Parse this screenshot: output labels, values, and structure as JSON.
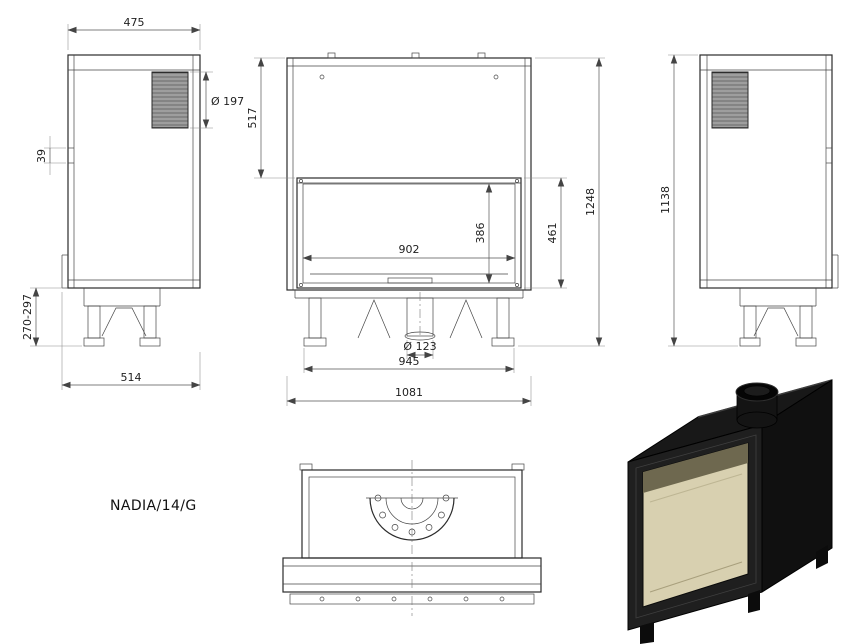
{
  "title": "NADIA/14/G",
  "drawing": {
    "side_left": {
      "top_width": "475",
      "chimney_diameter": "Ø 197",
      "frame_offset": "39",
      "leg_height_range": "270-297",
      "bottom_depth": "514"
    },
    "front": {
      "upper_height": "517",
      "glass_opening_height": "386",
      "door_height": "461",
      "glass_width": "902",
      "total_height": "1248",
      "intake_diameter": "Ø 123",
      "base_width": "945",
      "total_width": "1081"
    },
    "side_right": {
      "body_height": "1138"
    }
  },
  "render": {
    "body_color": "#1f1f1f",
    "side_color": "#101010",
    "top_color": "#181818",
    "glass_color": "#d8d0b0",
    "glass_band_color": "#6e684f"
  }
}
